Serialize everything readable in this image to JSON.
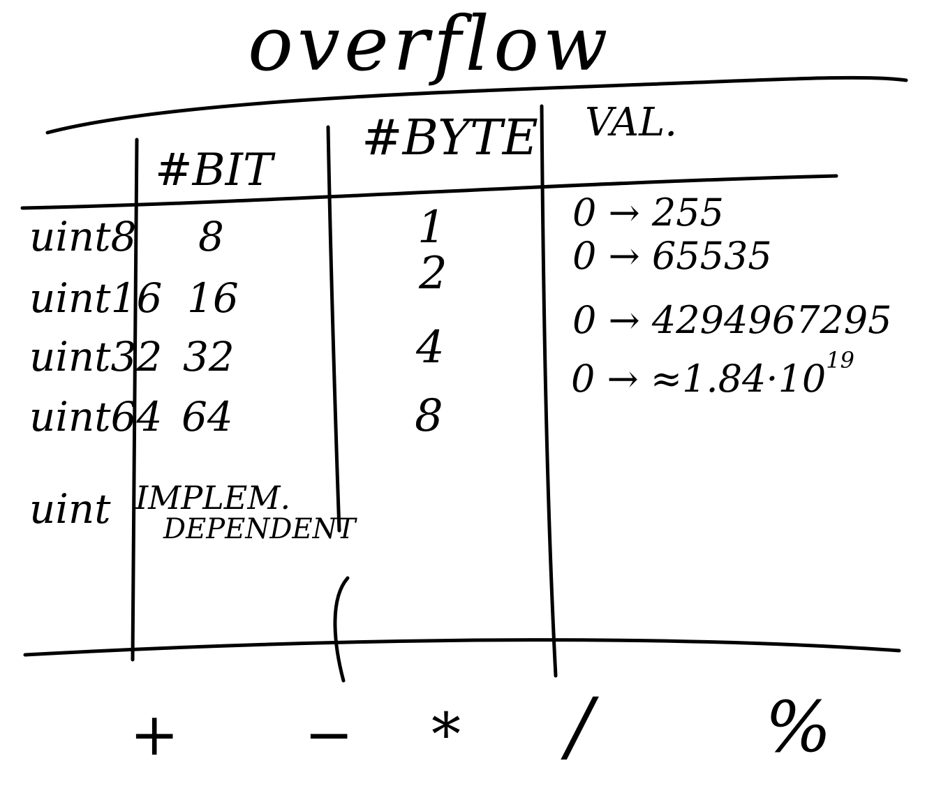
{
  "title": "overflow",
  "table": {
    "headers": {
      "bits": "#BIT",
      "bytes": "#BYTE",
      "values": "VAL."
    },
    "rows": [
      {
        "type": "uint8",
        "bits": "8",
        "bytes": "1",
        "range": "0 → 255"
      },
      {
        "type": "uint16",
        "bits": "16",
        "bytes": "2",
        "range": "0 → 65535"
      },
      {
        "type": "uint32",
        "bits": "32",
        "bytes": "4",
        "range": "0 → 4294967295"
      },
      {
        "type": "uint64",
        "bits": "64",
        "bytes": "8",
        "range": "0 → ≈1.84·10",
        "range_exponent": "19"
      },
      {
        "type": "uint",
        "bits": "IMPLEM.",
        "bits_line2": "DEPENDENT"
      }
    ]
  },
  "operators": [
    "+",
    "−",
    "*",
    "/",
    "%"
  ]
}
